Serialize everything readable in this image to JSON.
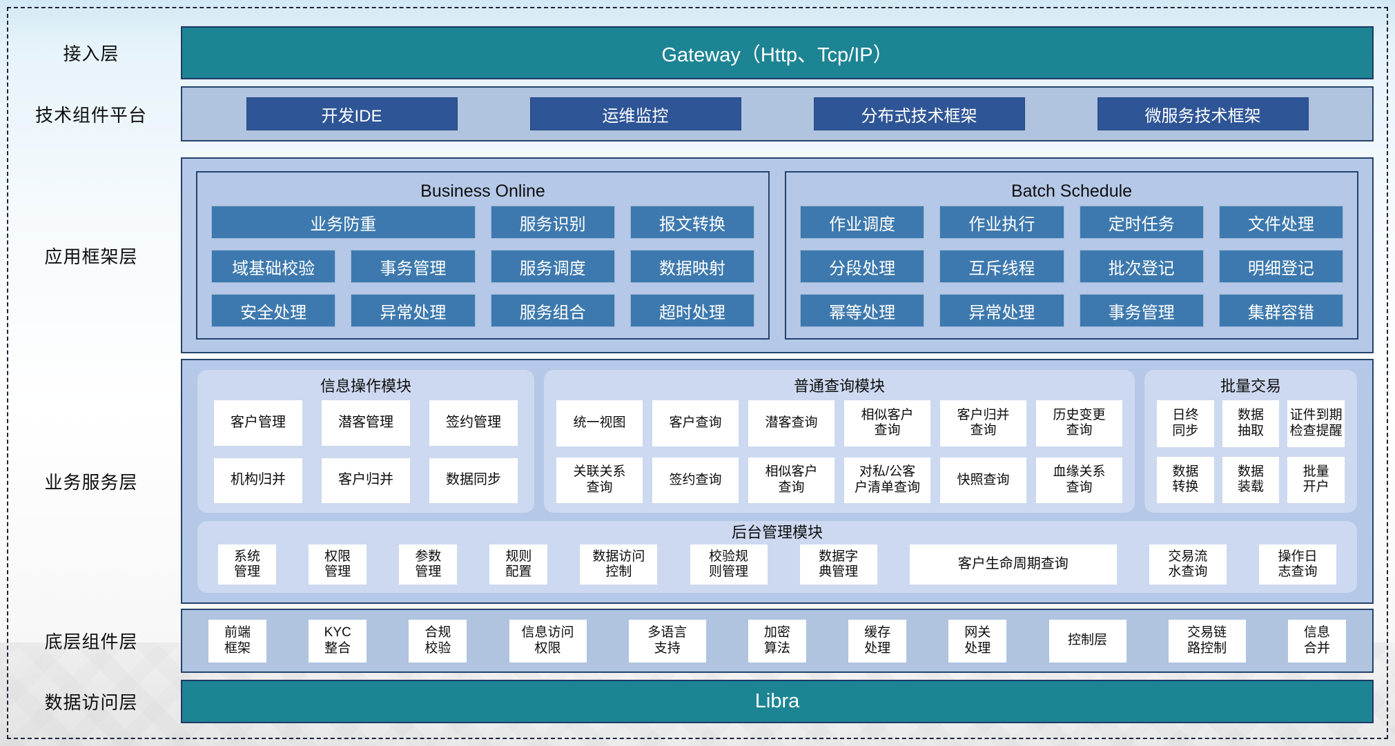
{
  "colors": {
    "teal": "#1d8494",
    "navy_border": "#24426b",
    "dark_blue_button": "#2e5596",
    "steel_blue_button": "#3d79ae",
    "layer_panel_bg": "#b5c8e7",
    "subpanel_bg": "#cdd9f0"
  },
  "labels": {
    "access": "接入层",
    "tech": "技术组件平台",
    "appfw": "应用框架层",
    "svc": "业务服务层",
    "base": "底层组件层",
    "data": "数据访问层"
  },
  "access": {
    "gateway": "Gateway（Http、Tcp/IP）"
  },
  "tech": {
    "items": [
      "开发IDE",
      "运维监控",
      "分布式技术框架",
      "微服务技术框架"
    ]
  },
  "appfw": {
    "online": {
      "title": "Business Online",
      "wide": "业务防重",
      "row1": [
        "服务识别",
        "报文转换"
      ],
      "row2": [
        "域基础校验",
        "事务管理",
        "服务调度",
        "数据映射"
      ],
      "row3": [
        "安全处理",
        "异常处理",
        "服务组合",
        "超时处理"
      ]
    },
    "batch": {
      "title": "Batch Schedule",
      "row1": [
        "作业调度",
        "作业执行",
        "定时任务",
        "文件处理"
      ],
      "row2": [
        "分段处理",
        "互斥线程",
        "批次登记",
        "明细登记"
      ],
      "row3": [
        "幂等处理",
        "异常处理",
        "事务管理",
        "集群容错"
      ]
    }
  },
  "svc": {
    "info": {
      "title": "信息操作模块",
      "row1": [
        "客户管理",
        "潜客管理",
        "签约管理"
      ],
      "row2": [
        "机构归并",
        "客户归并",
        "数据同步"
      ]
    },
    "query": {
      "title": "普通查询模块",
      "row1": [
        "统一视图",
        "客户查询",
        "潜客查询",
        "相似客户\n查询",
        "客户归并\n查询",
        "历史变更\n查询"
      ],
      "row2": [
        "关联关系\n查询",
        "签约查询",
        "相似客户\n查询",
        "对私/公客\n户清单查询",
        "快照查询",
        "血缘关系\n查询"
      ]
    },
    "btrade": {
      "title": "批量交易",
      "row1": [
        "日终\n同步",
        "数据\n抽取",
        "证件到期\n检查提醒"
      ],
      "row2": [
        "数据\n转换",
        "数据\n装载",
        "批量\n开户"
      ]
    },
    "admin": {
      "title": "后台管理模块",
      "items": [
        "系统\n管理",
        "权限\n管理",
        "参数\n管理",
        "规则\n配置",
        "数据访问\n控制",
        "校验规\n则管理",
        "数据字\n典管理",
        "客户生命周期查询",
        "交易流\n水查询",
        "操作日\n志查询"
      ]
    }
  },
  "base": {
    "items": [
      "前端\n框架",
      "KYC\n整合",
      "合规\n校验",
      "信息访问\n权限",
      "多语言\n支持",
      "加密\n算法",
      "缓存\n处理",
      "网关\n处理",
      "控制层",
      "交易链\n路控制",
      "信息\n合并"
    ]
  },
  "data_layer": {
    "bar": "Libra"
  }
}
